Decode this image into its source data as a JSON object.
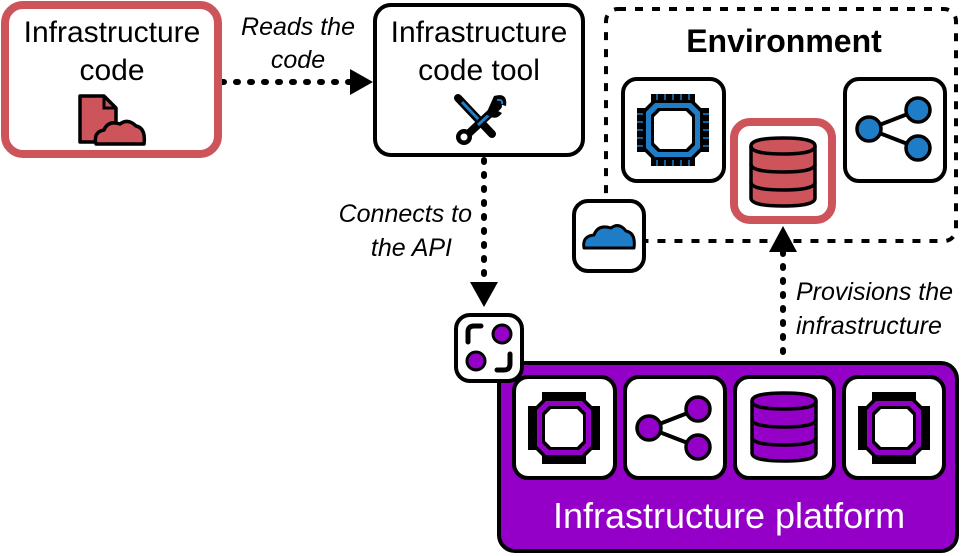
{
  "colors": {
    "red": "#cd545b",
    "blue": "#1f7dc8",
    "purple": "#9500c8",
    "black": "#000000",
    "white": "#ffffff"
  },
  "nodes": {
    "infra_code": {
      "line1": "Infrastructure",
      "line2": "code",
      "icon": "document-cloud-icon"
    },
    "infra_tool": {
      "line1": "Infrastructure",
      "line2": "code tool",
      "icon": "wrench-screwdriver-icon"
    },
    "environment": {
      "title": "Environment",
      "items": [
        {
          "icon": "compute-chip-icon",
          "highlighted": false
        },
        {
          "icon": "database-icon",
          "highlighted": true
        },
        {
          "icon": "network-share-icon",
          "highlighted": false
        }
      ],
      "badge_icon": "cloud-icon"
    },
    "api": {
      "icon": "api-endpoint-icon"
    },
    "platform": {
      "title": "Infrastructure platform",
      "items": [
        {
          "icon": "compute-chip-icon"
        },
        {
          "icon": "network-share-icon"
        },
        {
          "icon": "database-icon"
        },
        {
          "icon": "compute-chip-icon"
        }
      ]
    }
  },
  "edges": {
    "reads": {
      "line1": "Reads the",
      "line2": "code",
      "from": "infra_code",
      "to": "infra_tool"
    },
    "connects": {
      "line1": "Connects to",
      "line2": "the API",
      "from": "infra_tool",
      "to": "api"
    },
    "provisions": {
      "line1": "Provisions the",
      "line2": "infrastructure",
      "from": "platform",
      "to": "environment"
    }
  }
}
